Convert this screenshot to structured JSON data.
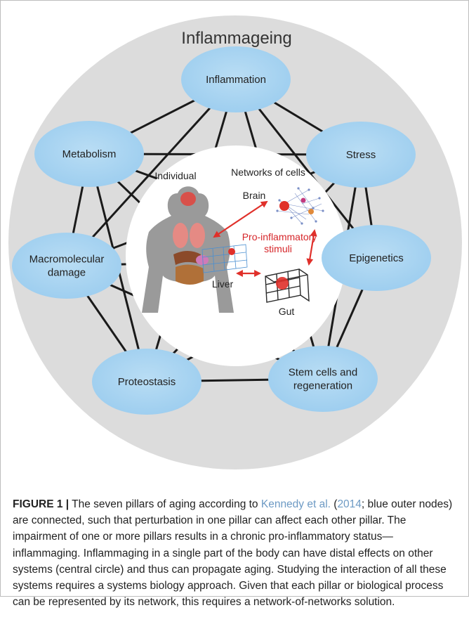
{
  "figure": {
    "outer_title": "Inflammageing",
    "colors": {
      "outer_ring": "#dcdcdc",
      "node_fill": "#aad5f0",
      "inner_circle": "#ffffff",
      "edge": "#1a1a1a",
      "arrow": "#e0302a",
      "stimuli_text": "#d6262a"
    },
    "pillars": [
      {
        "id": "inflammation",
        "lines": [
          "Inflammation"
        ]
      },
      {
        "id": "stress",
        "lines": [
          "Stress"
        ]
      },
      {
        "id": "epigenetics",
        "lines": [
          "Epigenetics"
        ]
      },
      {
        "id": "stem-cells",
        "lines": [
          "Stem cells and",
          "regeneration"
        ]
      },
      {
        "id": "proteostasis",
        "lines": [
          "Proteostasis"
        ]
      },
      {
        "id": "macromolecular",
        "lines": [
          "Macromolecular",
          "damage"
        ]
      },
      {
        "id": "metabolism",
        "lines": [
          "Metabolism"
        ]
      }
    ],
    "inner": {
      "individual_label": "Individual",
      "networks_label": "Networks of cells",
      "brain_label": "Brain",
      "liver_label": "Liver",
      "gut_label": "Gut",
      "stimuli_line1": "Pro-inflammatory",
      "stimuli_line2": "stimuli"
    }
  },
  "caption": {
    "label": "FIGURE 1 |",
    "text_before_cite": " The seven pillars of aging according to ",
    "cite_name": "Kennedy et al.",
    "cite_year_open": " (",
    "cite_year": "2014",
    "text_after_cite": "; blue outer nodes) are connected, such that perturbation in one pillar can affect each other pillar. The impairment of one or more pillars results in a chronic pro-inflammatory status—inflammaging. Inflammaging in a single part of the body can have distal effects on other systems (central circle) and thus can propagate aging. Studying the interaction of all these systems requires a systems biology approach. Given that each pillar or biological process can be represented by its network, this requires a network-of-networks solution."
  }
}
